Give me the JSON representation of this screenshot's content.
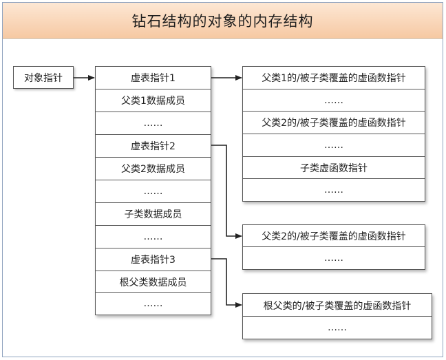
{
  "title": "钻石结构的对象的内存结构",
  "object_box": "对象指针",
  "object_layout": [
    "虚表指针1",
    "父类1数据成员",
    "……",
    "虚表指针2",
    "父类2数据成员",
    "……",
    "子类数据成员",
    "……",
    "虚表指针3",
    "根父类数据成员",
    "……"
  ],
  "vtable1": [
    "父类1的/被子类覆盖的虚函数指针",
    "……",
    "父类2的/被子类覆盖的虚函数指针",
    "……",
    "子类虚函数指针",
    "……"
  ],
  "vtable2": [
    "父类2的/被子类覆盖的虚函数指针",
    "……"
  ],
  "vtable3": [
    "根父类的/被子类覆盖的虚函数指针",
    "……"
  ]
}
